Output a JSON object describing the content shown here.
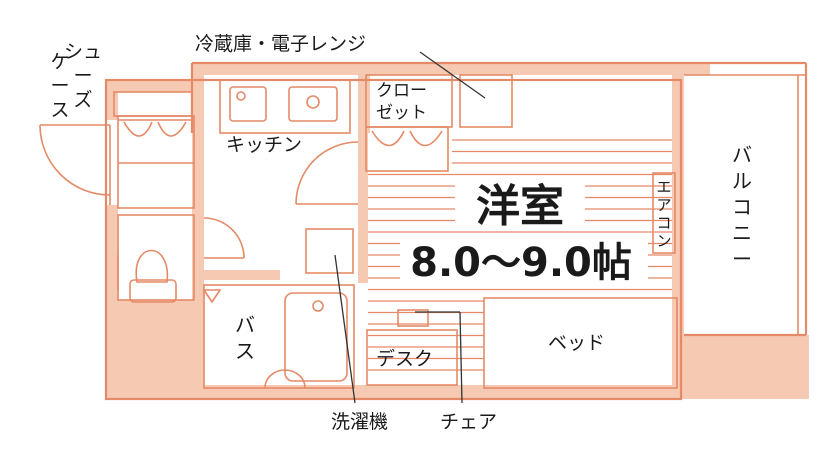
{
  "colors": {
    "wall": "#f6c9b3",
    "line": "#e48a67",
    "leader": "#333333",
    "paper": "#ffffff"
  },
  "labels": {
    "fridge_range": "冷蔵庫・電子レンジ",
    "shoe_case_l1": "シュ",
    "shoe_case_l1b": "ー",
    "shoe_case_l1c": "ズ",
    "shoe_case_l2": "ケ",
    "shoe_case_l2b": "ー",
    "shoe_case_l2c": "ス",
    "closet_l1": "クロー",
    "closet_l2": "ゼット",
    "kitchen": "キッチン",
    "room_name": "洋室",
    "room_size": "8.0〜9.0帖",
    "aircon_a": "エ",
    "aircon_b": "ア",
    "aircon_c": "コ",
    "aircon_d": "ン",
    "balcony_1": "バ",
    "balcony_2": "ル",
    "balcony_3": "コ",
    "balcony_4": "ニ",
    "balcony_5": "ー",
    "bath_1": "バ",
    "bath_2": "ス",
    "desk": "デスク",
    "bed": "ベッド",
    "washer": "洗濯機",
    "chair": "チェア"
  }
}
